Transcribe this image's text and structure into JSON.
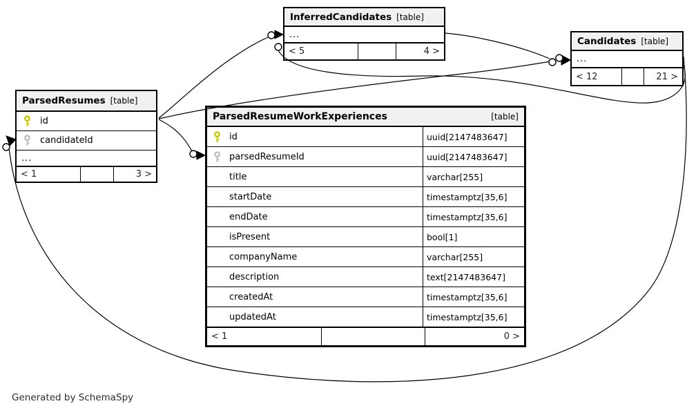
{
  "diagram": {
    "generator_note": "Generated by SchemaSpy",
    "table_tag": "[table]"
  },
  "colors": {
    "primary_key": "#c9c900",
    "foreign_key": "#bdbdbd",
    "header_bg": "#f1f1f1",
    "border": "#000000",
    "footer_text": "#222222"
  },
  "tables": {
    "inferred_candidates": {
      "name": "InferredCandidates",
      "tag": "[table]",
      "ellipsis": "...",
      "footer": {
        "left": "< 5",
        "mid": "",
        "right": "4 >"
      }
    },
    "candidates": {
      "name": "Candidates",
      "tag": "[table]",
      "ellipsis": "...",
      "footer": {
        "left": "< 12",
        "mid": "",
        "right": "21 >"
      }
    },
    "parsed_resumes": {
      "name": "ParsedResumes",
      "tag": "[table]",
      "ellipsis": "...",
      "columns": [
        {
          "name": "id",
          "key": "primary"
        },
        {
          "name": "candidateId",
          "key": "foreign"
        }
      ],
      "footer": {
        "left": "< 1",
        "mid": "",
        "right": "3 >"
      }
    },
    "parsed_resume_work_experiences": {
      "name": "ParsedResumeWorkExperiences",
      "tag": "[table]",
      "columns": [
        {
          "name": "id",
          "type": "uuid[2147483647]",
          "key": "primary"
        },
        {
          "name": "parsedResumeId",
          "type": "uuid[2147483647]",
          "key": "foreign"
        },
        {
          "name": "title",
          "type": "varchar[255]",
          "key": ""
        },
        {
          "name": "startDate",
          "type": "timestamptz[35,6]",
          "key": ""
        },
        {
          "name": "endDate",
          "type": "timestamptz[35,6]",
          "key": ""
        },
        {
          "name": "isPresent",
          "type": "bool[1]",
          "key": ""
        },
        {
          "name": "companyName",
          "type": "varchar[255]",
          "key": ""
        },
        {
          "name": "description",
          "type": "text[2147483647]",
          "key": ""
        },
        {
          "name": "createdAt",
          "type": "timestamptz[35,6]",
          "key": ""
        },
        {
          "name": "updatedAt",
          "type": "timestamptz[35,6]",
          "key": ""
        }
      ],
      "footer": {
        "left": "< 1",
        "mid": "",
        "right": "0 >"
      }
    }
  },
  "relationships": [
    {
      "from": "ParsedResumes",
      "to": "InferredCandidates"
    },
    {
      "from": "ParsedResumes",
      "to": "ParsedResumeWorkExperiences.parsedResumeId"
    },
    {
      "from": "ParsedResumes",
      "to": "Candidates"
    },
    {
      "from": "InferredCandidates",
      "to": "Candidates"
    },
    {
      "from": "Candidates",
      "to": "ParsedResumes.candidateId"
    }
  ]
}
